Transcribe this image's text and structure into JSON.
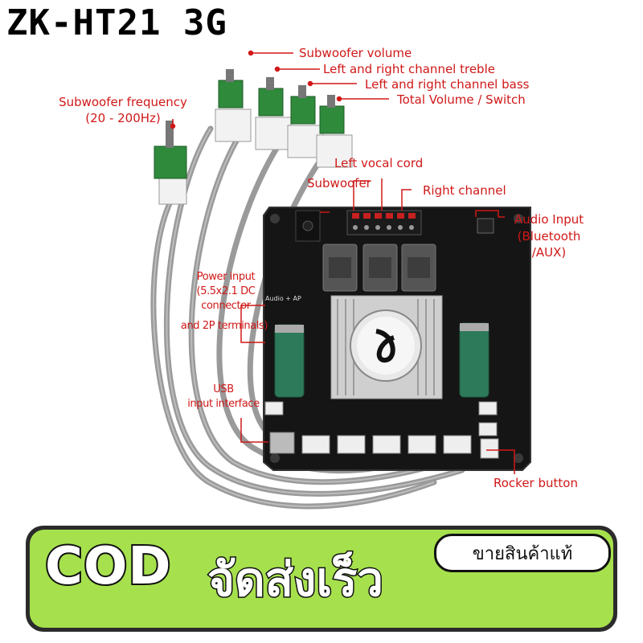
{
  "title": "ZK-HT21 3G",
  "labels": {
    "subwoofer_volume": "Subwoofer volume",
    "treble": "Left and right channel treble",
    "bass": "Left and right channel bass",
    "total_volume": "Total Volume / Switch",
    "sub_freq": "Subwoofer frequency",
    "sub_freq_range": "(20 - 200Hz)",
    "left_vocal": "Left vocal cord",
    "subwoofer": "Subwoofer",
    "right_channel": "Right channel",
    "audio_input": "Audio Input",
    "audio_input_bt": "(Bluetooth",
    "audio_input_aux": "/AUX)",
    "power_1": "Power input",
    "power_2": "(5.5x2.1 DC",
    "power_3": "connector",
    "power_4": "and 2P terminals)",
    "usb_1": "USB",
    "usb_2": "input interface",
    "rocker": "Rocker button"
  },
  "board_marks": {
    "audio_ap": "Audio + AP"
  },
  "banner": {
    "cod": "COD",
    "fast_delivery": "จัดส่งเร็ว",
    "genuine": "ขายสินค้าแท้"
  },
  "colors": {
    "label_red": "#d01818",
    "banner_green": "#a6e14d",
    "board_black": "#151515",
    "knob_green": "#2f8a3c"
  }
}
